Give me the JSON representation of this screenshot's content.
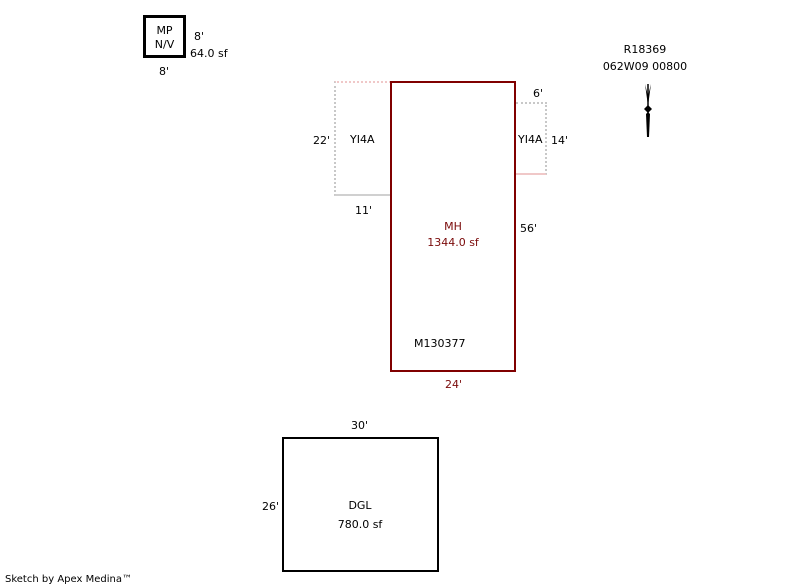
{
  "parcel": {
    "id": "R18369",
    "map_number": "062W09  00800"
  },
  "north_arrow": {
    "icon": "north-arrow-icon"
  },
  "areas": {
    "mp": {
      "label_line1": "MP",
      "label_line2": "N/V",
      "side_right": "8'",
      "side_bottom": "8'",
      "area": "64.0 sf"
    },
    "mh": {
      "label": "MH",
      "area": "1344.0 sf",
      "side_right": "56'",
      "side_bottom": "24'",
      "id_label": "M130377",
      "color": "#800000"
    },
    "yl_left": {
      "label": "YI4A",
      "side_left": "22'",
      "side_bottom": "11'"
    },
    "yl_right": {
      "label": "YI4A",
      "side_top": "6'",
      "side_right": "14'"
    },
    "dgl": {
      "label": "DGL",
      "area": "780.0 sf",
      "side_top": "30'",
      "side_left": "26'"
    }
  },
  "footer": {
    "credit": "Sketch by Apex Medina™"
  }
}
